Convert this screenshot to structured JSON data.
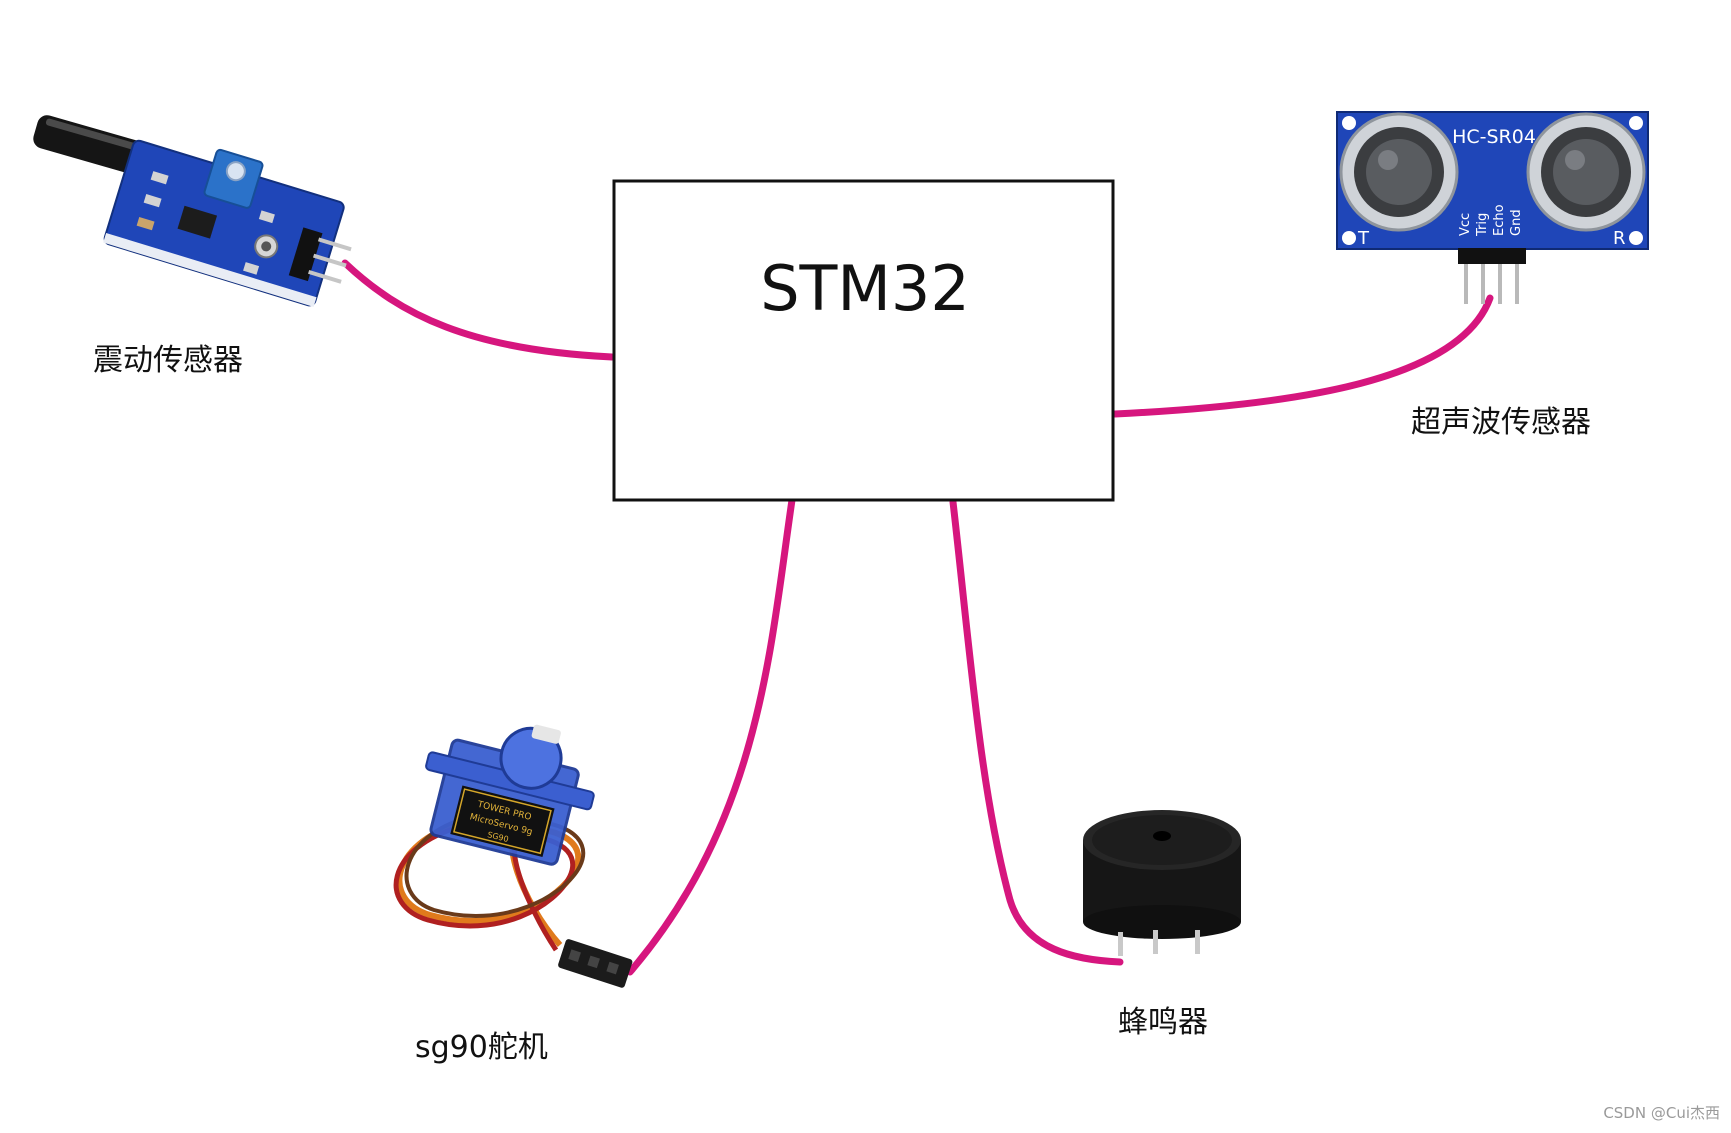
{
  "controller": {
    "label": "STM32"
  },
  "components": {
    "vibration_sensor": {
      "label": "震动传感器"
    },
    "ultrasonic_sensor": {
      "label": "超声波传感器",
      "module_text": "HC-SR04",
      "pins": [
        "Vcc",
        "Trig",
        "Echo",
        "Gnd"
      ],
      "left_mark": "T",
      "right_mark": "R"
    },
    "servo": {
      "label": "sg90舵机",
      "brand_text": "TOWER PRO",
      "model_text": "MicroServo 9g",
      "code_text": "SG90"
    },
    "buzzer": {
      "label": "蜂鸣器"
    }
  },
  "watermark": "CSDN @Cui杰西",
  "colors": {
    "wire": "#d6167e",
    "box_stroke": "#111111",
    "pcb_blue": "#1f46b8",
    "buzzer_black": "#161616",
    "servo_blue": "#3b5fd0"
  }
}
